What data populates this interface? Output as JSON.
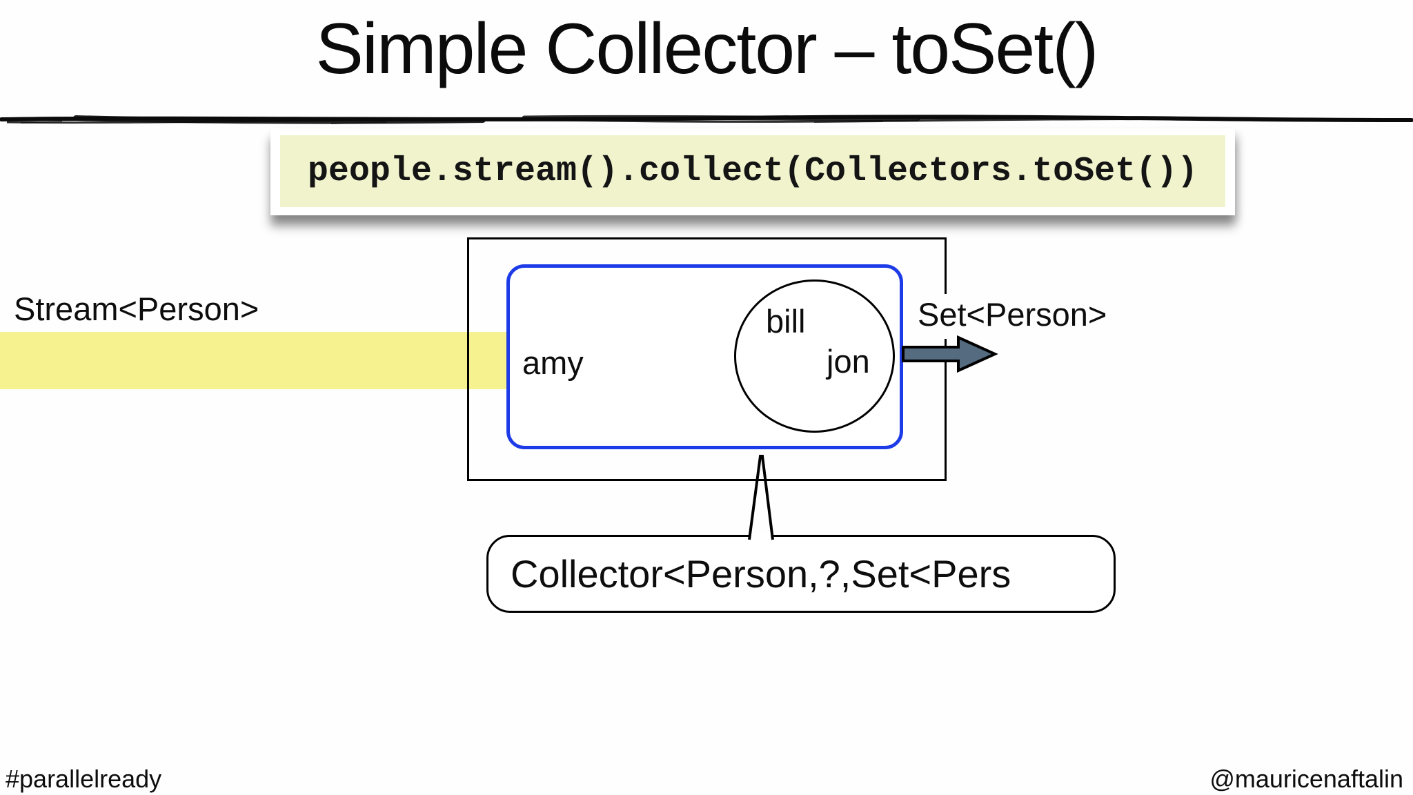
{
  "slide": {
    "title": "Simple Collector – toSet()",
    "code": "people.stream().collect(Collectors.toSet())",
    "labels": {
      "input_type": "Stream<Person>",
      "output_type": "Set<Person>",
      "collector_type": "Collector<Person,?,Set<Pers"
    },
    "people": {
      "in_stream": "amy",
      "in_set": [
        "bill",
        "jon"
      ]
    },
    "footer": {
      "left": "#parallelready",
      "right": "@mauricenaftalin"
    }
  },
  "icons": {
    "output_arrow": "right-arrow",
    "callout_pointer": "up-pointer"
  },
  "colors": {
    "highlight_band": "#f5f28f",
    "code_background": "#f1f3cd",
    "collector_border_blue": "#1d3ce8",
    "arrow_fill": "#546b80",
    "ink": "#0d0d0d"
  }
}
